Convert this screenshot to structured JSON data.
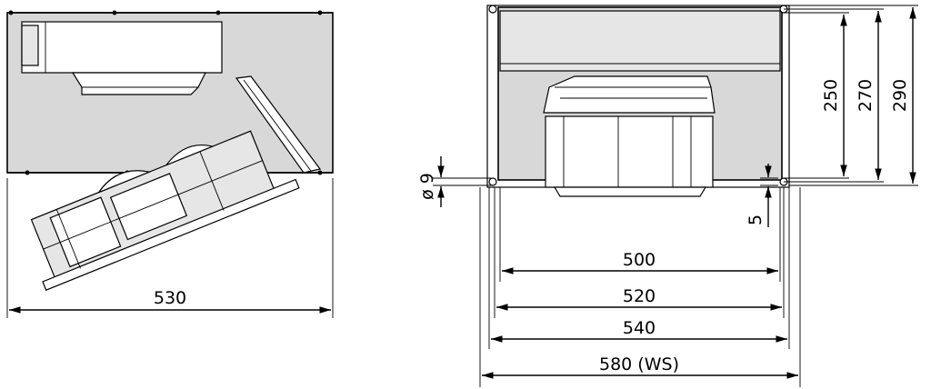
{
  "drawing": {
    "side_view": {
      "dimensions": {
        "width": "530"
      }
    },
    "front_view": {
      "dimensions": {
        "inner_width": "500",
        "flange_width": "520",
        "outer_width": "540",
        "ws_width": "580 (WS)",
        "height_inner": "250",
        "height_mid": "270",
        "height_outer": "290",
        "hole_diameter": "ø 9",
        "offset": "5"
      }
    }
  }
}
